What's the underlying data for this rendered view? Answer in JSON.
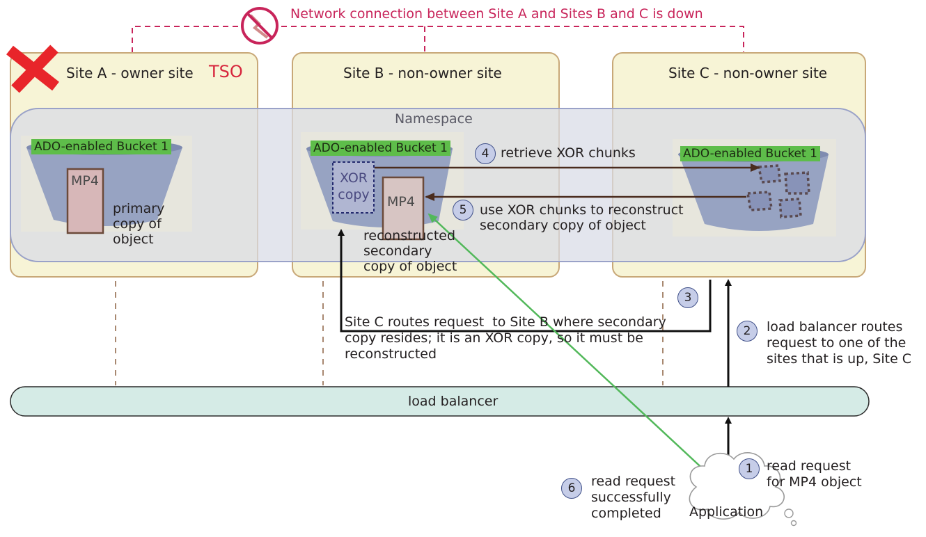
{
  "network_message": "Network connection between Site A and Sites B and C is down",
  "namespace_label": "Namespace",
  "tso_label": "TSO",
  "sites": [
    {
      "title": "Site A - owner site"
    },
    {
      "title": "Site B - non-owner site"
    },
    {
      "title": "Site C - non-owner site"
    }
  ],
  "bucket_label": "ADO-enabled Bucket 1",
  "mp4_label": "MP4",
  "xor_label": "XOR\ncopy",
  "primary_copy_text": "primary\ncopy of\nobject",
  "reconstructed_text": "reconstructed\nsecondary\ncopy of object",
  "load_balancer_label": "load balancer",
  "application_label": "Application",
  "steps": [
    {
      "number": "1",
      "text": "read request\nfor MP4 object"
    },
    {
      "number": "2",
      "text": "load balancer routes\nrequest to one of the\nsites that is up, Site C"
    },
    {
      "number": "3",
      "text": ""
    },
    {
      "number": "4",
      "text": "retrieve XOR chunks"
    },
    {
      "number": "5",
      "text": "use XOR chunks to reconstruct\nsecondary copy of object"
    },
    {
      "number": "6",
      "text": "read request\nsuccessfully\ncompleted"
    }
  ],
  "route_text": "Site C routes request  to Site B where secondary\ncopy resides; it is an XOR copy, so it must be\nreconstructed",
  "colors": {
    "site_fill": "#f7f4d6",
    "site_border": "#c8a878",
    "namespace_fill": "#d8dbe6",
    "namespace_border": "#9aa2c8",
    "bucket_body": "#97a3c2",
    "bucket_top": "#7f8bb0",
    "bucket_label": "#5ebd4a",
    "load_balancer_fill": "#d5ebe6",
    "network_dash": "#c8245a",
    "step_circle": "#c6cde8",
    "brown_arrow": "#4a2c1e",
    "green_arrow": "#52b85a",
    "red_x": "#e8252a"
  }
}
